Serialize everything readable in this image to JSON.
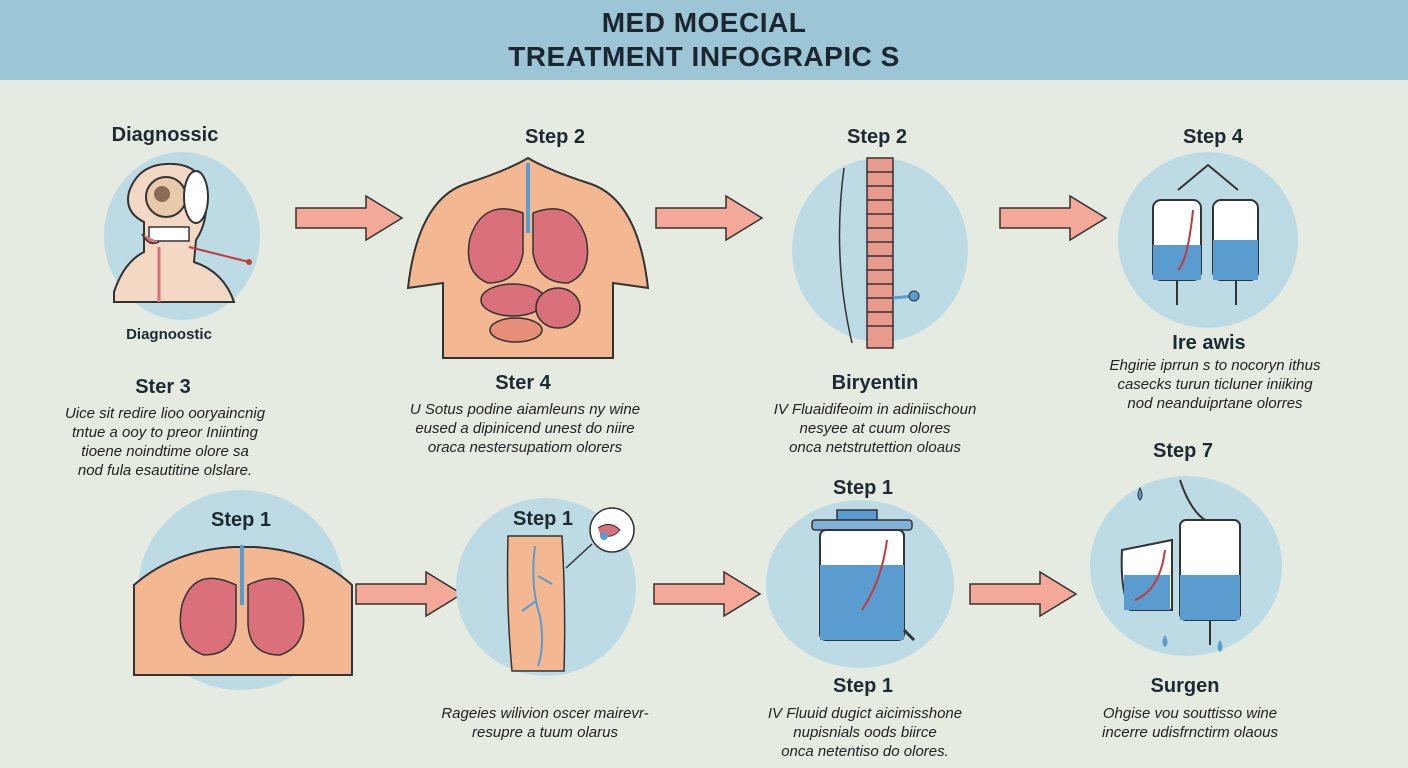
{
  "header": {
    "title_line1": "MED MOECIAL",
    "title_line2": "TREATMENT INFOGRAPIC S",
    "background": "#9cc5d5"
  },
  "colors": {
    "page_bg": "#e6ebe2",
    "circle_bg": "#bcdbe5",
    "skin": "#f3b892",
    "lung": "#d9707a",
    "arrow": "#f4a898",
    "liquid": "#5a9bd0",
    "spine": "#e89a8c"
  },
  "top_row": [
    {
      "label": "Diagnossic",
      "sub_label": "Diagnoostic",
      "icon": "head-profile-icon",
      "step_title": "Ster 3",
      "desc": [
        "Uice sit redire lioo ooryaincnig",
        "tntue a ooy to preor Iniinting",
        "tioene noindtime olore sa",
        "nod fula esautitine olslare."
      ]
    },
    {
      "label": "Step 2",
      "icon": "torso-lungs-icon",
      "step_title": "Ster 4",
      "desc": [
        "U Sotus podine aiamleuns ny wine",
        "eused a dipinicend unest do niire",
        "oraca nestersupatiom olorers"
      ]
    },
    {
      "label": "Step 2",
      "icon": "spine-icon",
      "step_title": "Biryentin",
      "desc": [
        "IV Fluaidifeoim in adiniischoun",
        "nesyee at cuum olores",
        "onca netstrutettion oloaus"
      ]
    },
    {
      "label": "Step 4",
      "icon": "iv-bags-icon",
      "step_title": "Ire awis",
      "desc": [
        "Ehgirie iprrun s to nocoryn ithus",
        "casecks turun ticluner iniiking",
        "nod neanduiprtane olorres"
      ]
    }
  ],
  "bottom_row": [
    {
      "label": "Step 1",
      "icon": "chest-lungs-icon",
      "desc": []
    },
    {
      "label": "Step 1",
      "icon": "leg-veins-icon",
      "desc": [
        "Rageies wilivion oscer mairevr-",
        "resupre a tuum olarus"
      ]
    },
    {
      "label": "Step 1",
      "icon": "iv-container-icon",
      "step_title": "Step 1",
      "desc": [
        "IV Fluuid dugict aicimisshone",
        "nupisnials oods biirce",
        "onca netentiso do olores."
      ]
    },
    {
      "label": "Step 7",
      "icon": "iv-drip-icon",
      "step_title": "Surgen",
      "desc": [
        "Ohgise vou souttisso wine",
        "incerre udisfrnctirm olaous"
      ]
    }
  ]
}
